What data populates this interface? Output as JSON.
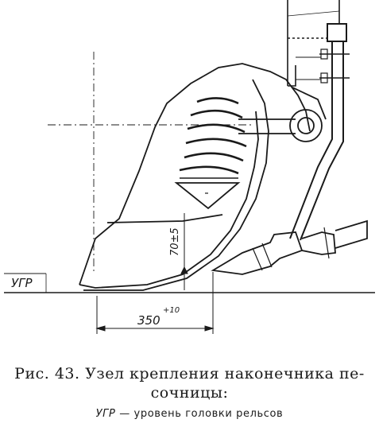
{
  "labels": {
    "rail_level": "УГР",
    "dim_height": "70±5",
    "dim_width": "350",
    "dim_width_tol": "+10"
  },
  "caption": {
    "line1": "Рис. 43. Узел крепления наконечника пе-",
    "line2": "сочницы:",
    "legend_term": "УГР",
    "legend_sep": " — ",
    "legend_text": "уровень головки рельсов"
  }
}
